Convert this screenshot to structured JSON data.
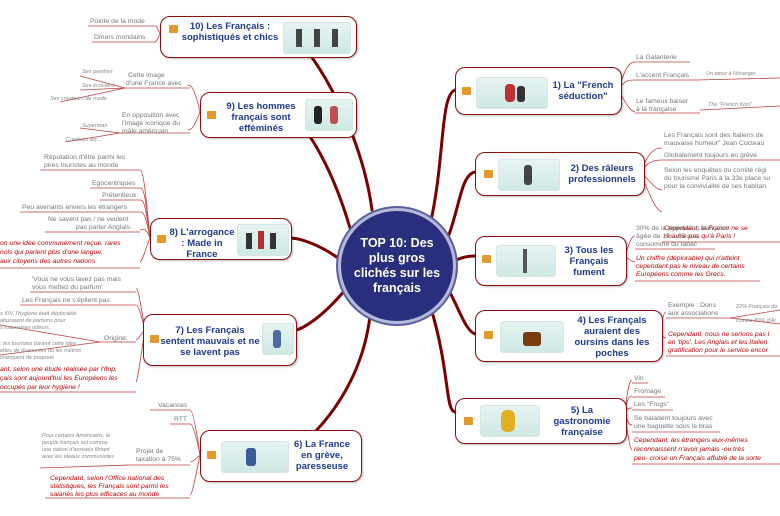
{
  "center": {
    "title": "TOP 10: Des plus gros clichés sur les français"
  },
  "topics": [
    {
      "id": "t1",
      "title": "1) La \"French séduction\""
    },
    {
      "id": "t2",
      "title": "2) Des râleurs professionnels"
    },
    {
      "id": "t3",
      "title": "3) Tous les Français fument"
    },
    {
      "id": "t4",
      "title": "4) Les Français auraient des oursins dans les poches"
    },
    {
      "id": "t5",
      "title": "5) La gastronomie française"
    },
    {
      "id": "t6",
      "title": "6) La France en grève, paresseuse"
    },
    {
      "id": "t7",
      "title": "7) Les Français sentent mauvais et ne se lavent pas"
    },
    {
      "id": "t8",
      "title": "8) L'arrogance : Made in France"
    },
    {
      "id": "t9",
      "title": "9) Les hommes français sont efféminés"
    },
    {
      "id": "t10",
      "title": "10) Les Français : sophistiqués et chics"
    }
  ],
  "leaves": {
    "t1": {
      "a": "La Galanterie",
      "b": "L'accent Français",
      "b1": "Un atout à l'étranger",
      "c": "Le fameux baiser",
      "c2": "à la française",
      "c1": "The \"French Kiss\""
    },
    "t2": {
      "a1": "Les Français sont des Italiens de",
      "a2": "mauvaise humeur\" Jean  Cocteau",
      "b": "Globalement toujours en grève",
      "c1": "Selon les enquêtes du comité régi",
      "c2": "du tourisme Paris à la 33e place su",
      "c3": "pour la convivialité de ses habitan",
      "d1": "Cependant, la France ne se",
      "d2": "résume pas qu'à Paris !"
    },
    "t3": {
      "a1": "30% de la population française",
      "a2": "âgée de 15 à 85 ans",
      "a3": "consomme du tabac",
      "b1": "Un chiffre (déplorable) qui n'atteint",
      "b2": "cependant pas le niveau de certains",
      "b3": "Européens comme les Grecs."
    },
    "t4": {
      "a1": "Exemple : Dons",
      "a2": "aux associations",
      "a3": "22% Français do",
      "a4": "Contre 80% d'Ar",
      "b1": "Cependant, nous ne serions pas l",
      "b2": "en 'tips'. Les Anglais et les Italien",
      "b3": "gratification pour le service encor"
    },
    "t5": {
      "a": "Vin",
      "b": "Fromage",
      "c": "Les \"Frogs\"",
      "d1": "Se baladent toujours avec",
      "d2": "une baguette sous le bras",
      "e1": "Cependant, les étrangers eux-mêmes",
      "e2": "reconnaissent  n'avoir jamais -ou très",
      "e3": "peu- croisé un Français affublé de la sorte"
    },
    "t6": {
      "a": "Vacances",
      "b": "RTT",
      "c1": "Projet de",
      "c2": "taxation à 75%",
      "n1": "Pour certains Américains, le",
      "n2": "peuple français est comme",
      "n3": "une nation d'assistés flirtant",
      "n4": "avec les idéaux communistes",
      "d1": "Cependant, selon l'Office national des",
      "d2": "statistiques, les Français sont parmi les",
      "d3": "salariés les plus efficaces au monde"
    },
    "t7": {
      "a1": "'Vous ne vous lavez pas mais",
      "a2": "vous mettez du parfum'",
      "b": "Les Français ne s'épilent pas",
      "c": "Origine:",
      "n1": "s XIV, l'hygiène était déplorable.",
      "n2": "abusaient de parfums pour",
      "n3": "s mauvaises odeurs.",
      "n4": ": les touristes bavent cette idée",
      "n5": "ettes de brasseries ou les métros",
      "n6": "manquent de propreté",
      "d1": "ant, selon une étude réalisée par l'Ifop,",
      "d2": "çais sont aujourd'hui les Européens les",
      "d3": "occupés par leur hygiène !"
    },
    "t8": {
      "a1": "Réputation d'être parmi les",
      "a2": "pires touristes au monde",
      "b": "Egocentriques",
      "c": "Prétentieux",
      "d": "Peu avenants envers les étrangers",
      "e1": "Ne savent pas / ne veulent",
      "e2": "pas parler Anglais",
      "f1": "on une idée communément reçue, rares",
      "f2": "nols qui parlent plus d'une langue,",
      "f3": "aux citoyens des autres nations"
    },
    "t9": {
      "a1": "Cette image",
      "a2": "d'une France avec",
      "a3": "Ses peintres",
      "a4": "Ses écrivains",
      "a5": "Ses créateurs de mode",
      "b1": "En opposition avec",
      "b2": "l'image iconique du",
      "b3": "mâle américain",
      "b4": "Superman",
      "b5": "Cowboys etc..."
    },
    "t10": {
      "a": "Pointe de la mode",
      "b": "Dîners mondains"
    }
  }
}
